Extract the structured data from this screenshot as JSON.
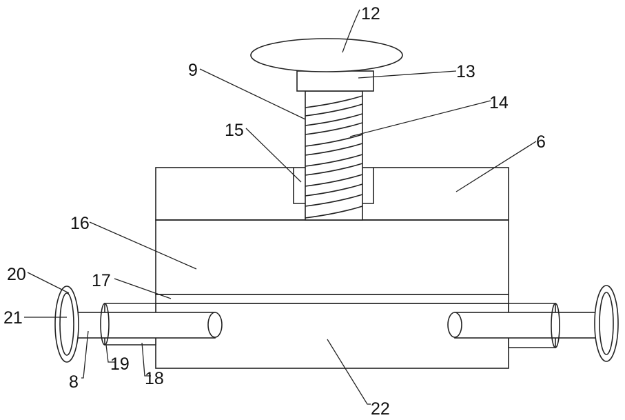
{
  "diagram": {
    "labels": {
      "l12": "12",
      "l13": "13",
      "l9": "9",
      "l14": "14",
      "l15": "15",
      "l6": "6",
      "l16": "16",
      "l17": "17",
      "l20": "20",
      "l21": "21",
      "l8": "8",
      "l19": "19",
      "l18": "18",
      "l22": "22"
    },
    "colors": {
      "line": "#222222",
      "background": "#ffffff"
    }
  }
}
